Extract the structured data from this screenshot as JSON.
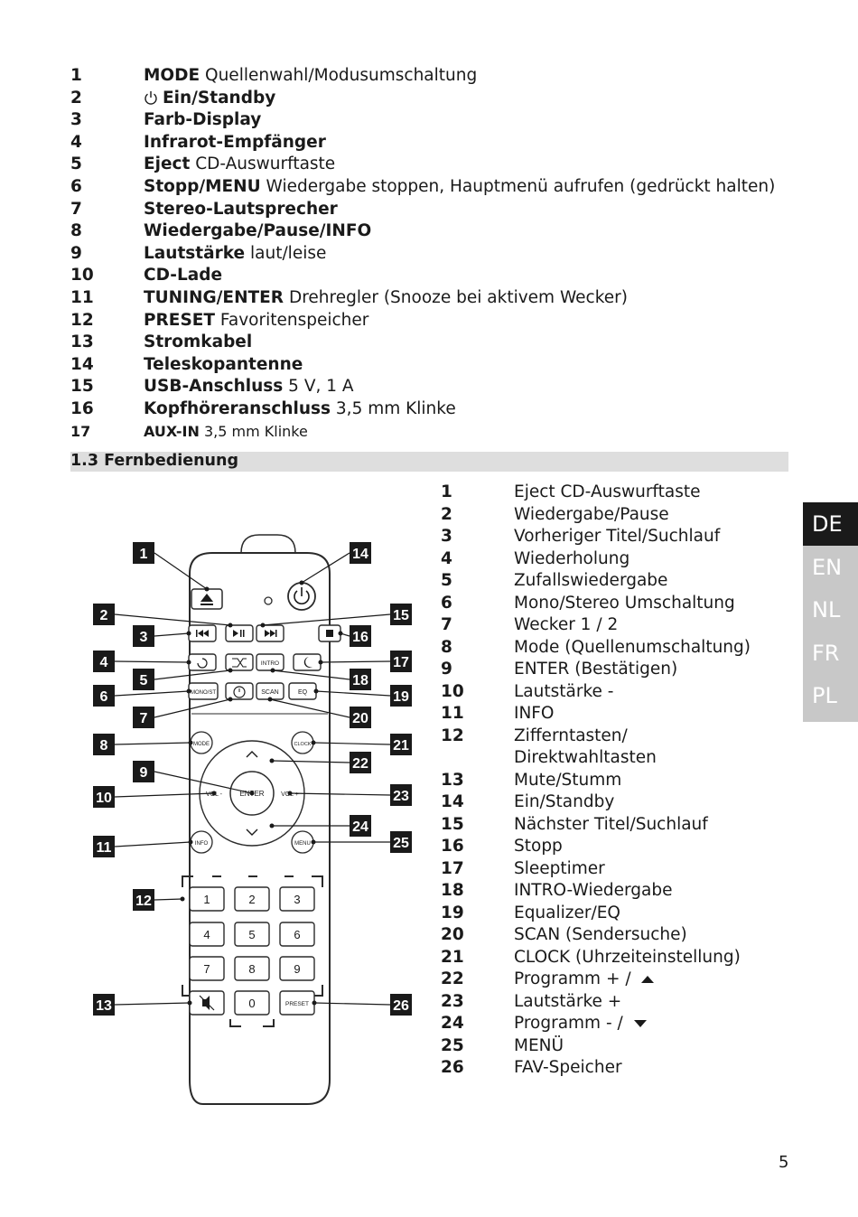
{
  "top_items": [
    {
      "num": "1",
      "bold": "MODE",
      "text": " Quellenwahl/Modusumschaltung"
    },
    {
      "num": "2",
      "bold": "Ein/Standby",
      "text": "",
      "icon": "power-icon"
    },
    {
      "num": "3",
      "bold": "Farb-Display",
      "text": ""
    },
    {
      "num": "4",
      "bold": "Infrarot-Empfänger",
      "text": ""
    },
    {
      "num": "5",
      "bold": "Eject",
      "text": " CD-Auswurftaste"
    },
    {
      "num": "6",
      "bold": "Stopp/MENU",
      "text": " Wiedergabe stoppen, Hauptmenü aufrufen (gedrückt halten)"
    },
    {
      "num": "7",
      "bold": "Stereo-Lautsprecher",
      "text": ""
    },
    {
      "num": "8",
      "bold": "Wiedergabe/Pause/INFO",
      "text": ""
    },
    {
      "num": "9",
      "bold": "Lautstärke",
      "text": " laut/leise"
    },
    {
      "num": "10",
      "bold": "CD-Lade",
      "text": ""
    },
    {
      "num": "11",
      "bold": "TUNING/ENTER",
      "text": " Drehregler (Snooze bei aktivem Wecker)"
    },
    {
      "num": "12",
      "bold": "PRESET",
      "text": " Favoritenspeicher"
    },
    {
      "num": "13",
      "bold": "Stromkabel",
      "text": ""
    },
    {
      "num": "14",
      "bold": "Teleskopantenne",
      "text": ""
    },
    {
      "num": "15",
      "bold": "USB-Anschluss",
      "text": " 5 V, 1 A"
    },
    {
      "num": "16",
      "bold": "Kopfhöreranschluss",
      "text": " 3,5 mm Klinke"
    },
    {
      "num": "17",
      "bold": "AUX-IN",
      "text": " 3,5 mm Klinke"
    }
  ],
  "section": {
    "title": "1.3 Fernbedienung"
  },
  "remote_items": [
    {
      "num": "1",
      "text": "Eject CD-Auswurftaste"
    },
    {
      "num": "2",
      "text": "Wiedergabe/Pause"
    },
    {
      "num": "3",
      "text": "Vorheriger Titel/Suchlauf"
    },
    {
      "num": "4",
      "text": "Wiederholung"
    },
    {
      "num": "5",
      "text": "Zufallswiedergabe"
    },
    {
      "num": "6",
      "text": "Mono/Stereo Umschaltung"
    },
    {
      "num": "7",
      "text": "Wecker 1 / 2"
    },
    {
      "num": "8",
      "text": "Mode (Quellenumschaltung)"
    },
    {
      "num": "9",
      "text": "ENTER (Bestätigen)"
    },
    {
      "num": "10",
      "text": "Lautstärke -"
    },
    {
      "num": "11",
      "text": "INFO"
    },
    {
      "num": "12",
      "text": "Zifferntasten/"
    },
    {
      "num": "",
      "text": "Direktwahltasten"
    },
    {
      "num": "13",
      "text": "Mute/Stumm"
    },
    {
      "num": "14",
      "text": "Ein/Standby"
    },
    {
      "num": "15",
      "text": "Nächster Titel/Suchlauf"
    },
    {
      "num": "16",
      "text": "Stopp"
    },
    {
      "num": "17",
      "text": "Sleeptimer"
    },
    {
      "num": "18",
      "text": "INTRO-Wiedergabe"
    },
    {
      "num": "19",
      "text": "Equalizer/EQ"
    },
    {
      "num": "20",
      "text": "SCAN (Sendersuche)"
    },
    {
      "num": "21",
      "text": "CLOCK (Uhrzeiteinstellung)"
    },
    {
      "num": "22",
      "text": "Programm + / ",
      "icon": "triangle-up-icon"
    },
    {
      "num": "23",
      "text": "Lautstärke +"
    },
    {
      "num": "24",
      "text": "Programm - / ",
      "icon": "triangle-down-icon"
    },
    {
      "num": "25",
      "text": "MENÜ"
    },
    {
      "num": "26",
      "text": "FAV-Speicher"
    }
  ],
  "languages": [
    "DE",
    "EN",
    "NL",
    "FR",
    "PL"
  ],
  "active_language": "DE",
  "remote_figure": {
    "button_labels": {
      "mono_st": "MONO/ST",
      "intro": "INTRO",
      "scan": "SCAN",
      "eq": "EQ",
      "mode": "MODE",
      "clock": "CLOCK",
      "vol_minus": "VOL -",
      "vol_plus": "VOL +",
      "enter": "ENTER",
      "info": "INFO",
      "menu": "MENU",
      "preset": "PRESET",
      "digits": [
        "1",
        "2",
        "3",
        "4",
        "5",
        "6",
        "7",
        "8",
        "9",
        "0"
      ]
    },
    "callouts": [
      "1",
      "2",
      "3",
      "4",
      "5",
      "6",
      "7",
      "8",
      "9",
      "10",
      "11",
      "12",
      "13",
      "14",
      "15",
      "16",
      "17",
      "18",
      "19",
      "20",
      "21",
      "22",
      "23",
      "24",
      "25",
      "26"
    ]
  },
  "page_number": "5"
}
